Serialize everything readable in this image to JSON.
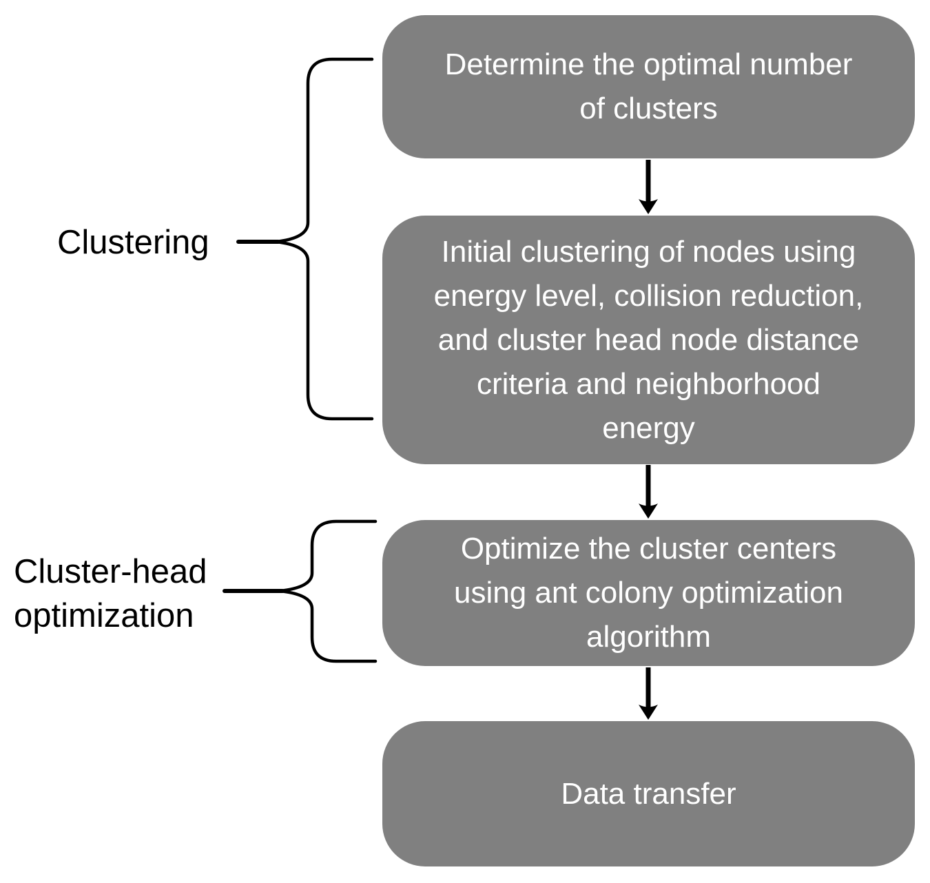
{
  "diagram": {
    "type": "flowchart",
    "colors": {
      "background": "#ffffff",
      "box_fill": "#808080",
      "box_text": "#ffffff",
      "line": "#000000"
    },
    "steps": [
      {
        "id": "step-1",
        "label": "Determine the optimal number of clusters"
      },
      {
        "id": "step-2",
        "label": "Initial clustering of nodes using energy level, collision reduction, and cluster head node distance criteria and neighborhood energy"
      },
      {
        "id": "step-3",
        "label": "Optimize the cluster centers using ant colony optimization algorithm"
      },
      {
        "id": "step-4",
        "label": "Data transfer"
      }
    ],
    "arrows": [
      {
        "from": "step-1",
        "to": "step-2"
      },
      {
        "from": "step-2",
        "to": "step-3"
      },
      {
        "from": "step-3",
        "to": "step-4"
      }
    ],
    "groups": [
      {
        "id": "group-1",
        "label": "Clustering",
        "spans": [
          "step-1",
          "step-2"
        ]
      },
      {
        "id": "group-2",
        "label": "Cluster-head optimization",
        "spans": [
          "step-3"
        ]
      }
    ]
  }
}
